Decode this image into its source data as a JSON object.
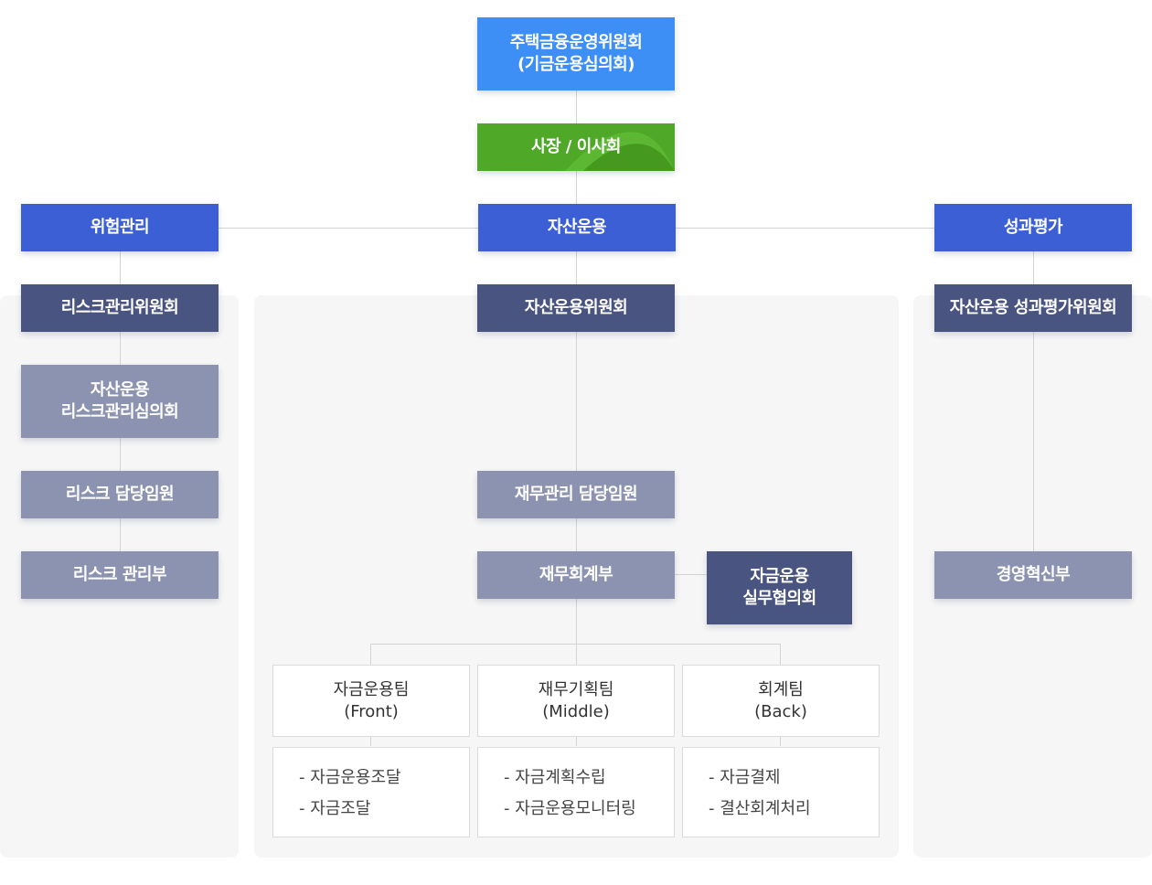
{
  "chart": {
    "committee": [
      "주택금융운영위원회",
      "(기금운용심의회)"
    ],
    "board": "사장 / 이사회",
    "risk_head": "위험관리",
    "asset_head": "자산운용",
    "perf_head": "성과평가",
    "risk": {
      "committee": "리스크관리위원회",
      "council": [
        "자산운용",
        "리스크관리심의회"
      ],
      "officer": "리스크 담당임원",
      "dept": "리스크 관리부"
    },
    "asset": {
      "committee": "자산운용위원회",
      "officer": "재무관리 담당임원",
      "dept": "재무회계부",
      "working_council": [
        "자금운용",
        "실무협의회"
      ],
      "teams": [
        {
          "name": "자금운용팀",
          "sub": "(Front)",
          "duties": [
            "- 자금운용조달",
            "- 자금조달"
          ]
        },
        {
          "name": "재무기획팀",
          "sub": "(Middle)",
          "duties": [
            "- 자금계획수립",
            "- 자금운용모니터링"
          ]
        },
        {
          "name": "회계팀",
          "sub": "(Back)",
          "duties": [
            "- 자금결제",
            "- 결산회계처리"
          ]
        }
      ]
    },
    "perf": {
      "committee": "자산운용 성과평가위원회",
      "dept": "경영혁신부"
    },
    "colors": {
      "sky": "#3d8ef5",
      "green": "#4fa827",
      "blue": "#3d5fd6",
      "navy": "#4a5480",
      "gray": "#8c93b0",
      "panel": "#f6f6f6",
      "line": "#d4d4d4"
    }
  }
}
